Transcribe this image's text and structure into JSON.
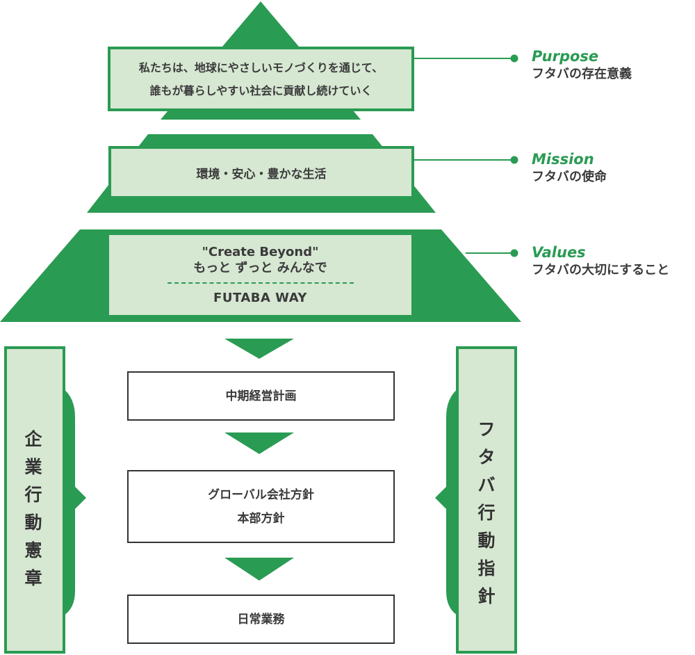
{
  "pyramid": {
    "purpose_statement": [
      "私たちは、地球にやさしいモノづくりを通じて、",
      "誰もが暮らしやすい社会に貢献し続けていく"
    ],
    "mission_statement": "環境・安心・豊かな生活",
    "values_quote": "\"Create Beyond\"",
    "values_slogan": "もっと ずっと みんなで",
    "values_way": "FUTABA WAY"
  },
  "callouts": {
    "purpose": {
      "title": "Purpose",
      "subtitle": "フタバの存在意義"
    },
    "mission": {
      "title": "Mission",
      "subtitle": "フタバの使命"
    },
    "values": {
      "title": "Values",
      "subtitle": "フタバの大切にすること"
    }
  },
  "flow": {
    "step1": "中期経営計画",
    "step2": [
      "グローバル会社方針",
      "本部方針"
    ],
    "step3": "日常業務"
  },
  "pillars": {
    "left": [
      "企",
      "業",
      "行",
      "動",
      "憲",
      "章"
    ],
    "right": [
      "フ",
      "タ",
      "バ",
      "行",
      "動",
      "指",
      "針"
    ]
  },
  "colors": {
    "accent_green": "#2a9b53",
    "light_green": "#d6e7d2",
    "text": "#3a3a3a",
    "border": "#333333"
  }
}
